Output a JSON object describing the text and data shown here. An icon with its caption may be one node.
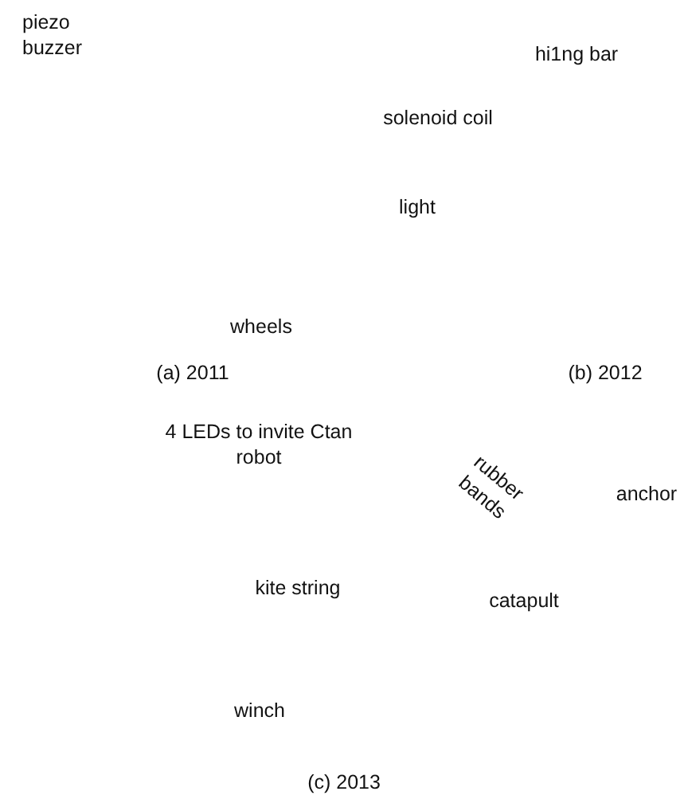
{
  "diagram": {
    "labels": [
      "piezo buzzer",
      "hi1ng bar",
      "solenoid coil",
      "light",
      "wheels",
      "(a) 2011",
      "(b) 2012",
      "4 LEDs to invite Ctan robot",
      "rubber bands",
      "anchor",
      "kite string",
      "catapult",
      "winch",
      "(c) 2013"
    ]
  }
}
